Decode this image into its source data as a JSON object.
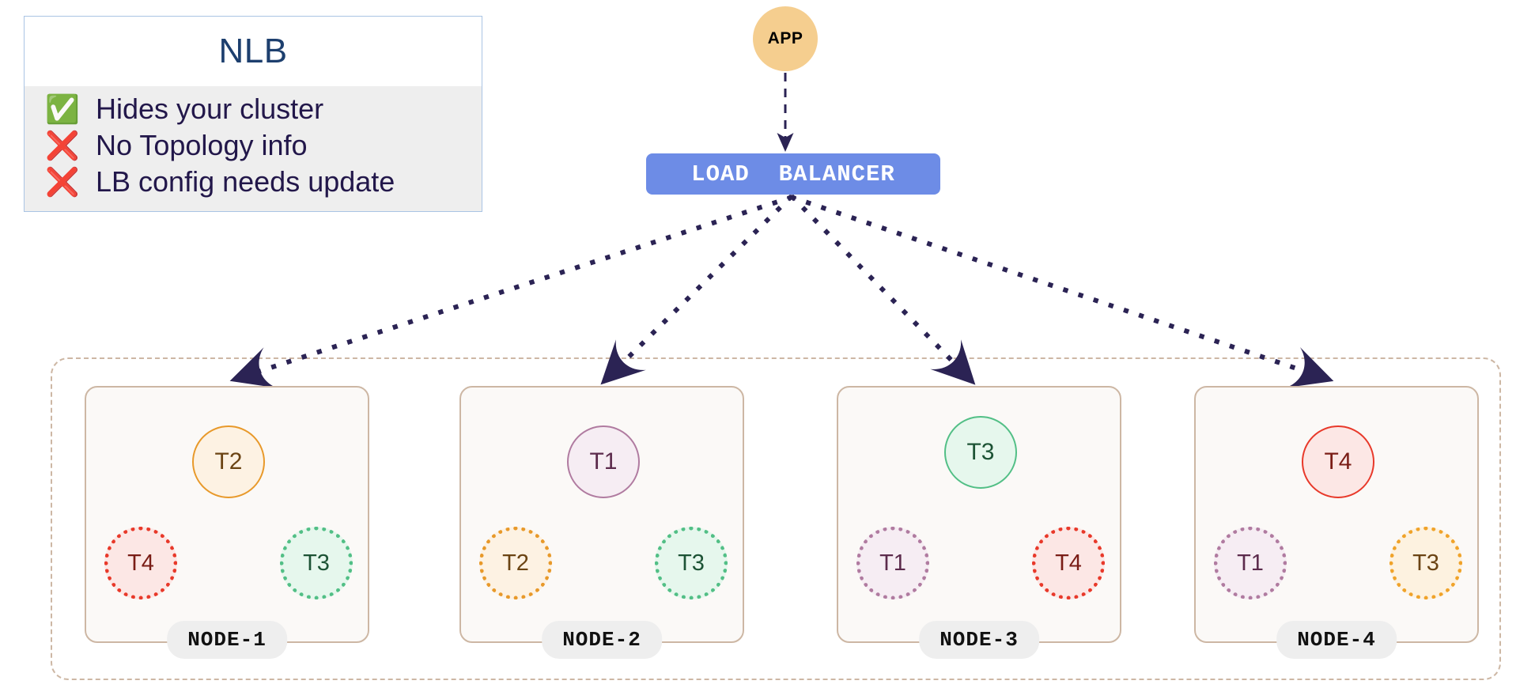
{
  "legend": {
    "title": "NLB",
    "items": [
      {
        "icon": "check-mark-icon",
        "glyph": "✅",
        "text": "Hides your cluster"
      },
      {
        "icon": "cross-mark-icon",
        "glyph": "❌",
        "text": "No Topology info"
      },
      {
        "icon": "cross-mark-icon",
        "glyph": "❌",
        "text": "LB config needs update"
      }
    ],
    "border_color": "#aac4e4",
    "body_color": "#eeeeee",
    "title_color": "#1d3f6e",
    "text_color": "#22174a"
  },
  "app": {
    "label": "APP",
    "fill": "#f5ce8f",
    "text_color": "#000000"
  },
  "load_balancer": {
    "label": "LOAD  BALANCER",
    "fill": "#6d8ce6",
    "text_color": "#ffffff"
  },
  "edges": {
    "color": "#2b2354",
    "app_to_lb_style": "dashed",
    "lb_to_node_style": "dotted"
  },
  "cluster": {
    "border_color": "#cdb7a4",
    "border_style": "dash-dot"
  },
  "task_colors": {
    "T1": {
      "border": "#b07ba0",
      "fill": "#f6edf3",
      "text": "#5c2b4c"
    },
    "T2": {
      "border": "#e8992a",
      "fill": "#fdf2e3",
      "text": "#6b4414"
    },
    "T3_green": {
      "border": "#52bf86",
      "fill": "#e6f7ed",
      "text": "#1d5335"
    },
    "T3_orange": {
      "border": "#f0a32a",
      "fill": "#fdf2e0",
      "text": "#6b4414"
    },
    "T4": {
      "border": "#e8392a",
      "fill": "#fce7e5",
      "text": "#7a1d16"
    }
  },
  "nodes": [
    {
      "label": "NODE-1",
      "primary": {
        "name": "T2",
        "color_key": "T2",
        "raised": false
      },
      "replicas": [
        {
          "name": "T4",
          "color_key": "T4",
          "slot": "left"
        },
        {
          "name": "T3",
          "color_key": "T3_green",
          "slot": "right"
        }
      ]
    },
    {
      "label": "NODE-2",
      "primary": {
        "name": "T1",
        "color_key": "T1",
        "raised": false
      },
      "replicas": [
        {
          "name": "T2",
          "color_key": "T2",
          "slot": "left"
        },
        {
          "name": "T3",
          "color_key": "T3_green",
          "slot": "right"
        }
      ]
    },
    {
      "label": "NODE-3",
      "primary": {
        "name": "T3",
        "color_key": "T3_green",
        "raised": true
      },
      "replicas": [
        {
          "name": "T1",
          "color_key": "T1",
          "slot": "left"
        },
        {
          "name": "T4",
          "color_key": "T4",
          "slot": "right"
        }
      ]
    },
    {
      "label": "NODE-4",
      "primary": {
        "name": "T4",
        "color_key": "T4",
        "raised": false
      },
      "replicas": [
        {
          "name": "T1",
          "color_key": "T1",
          "slot": "left"
        },
        {
          "name": "T3",
          "color_key": "T3_orange",
          "slot": "right"
        }
      ]
    }
  ]
}
